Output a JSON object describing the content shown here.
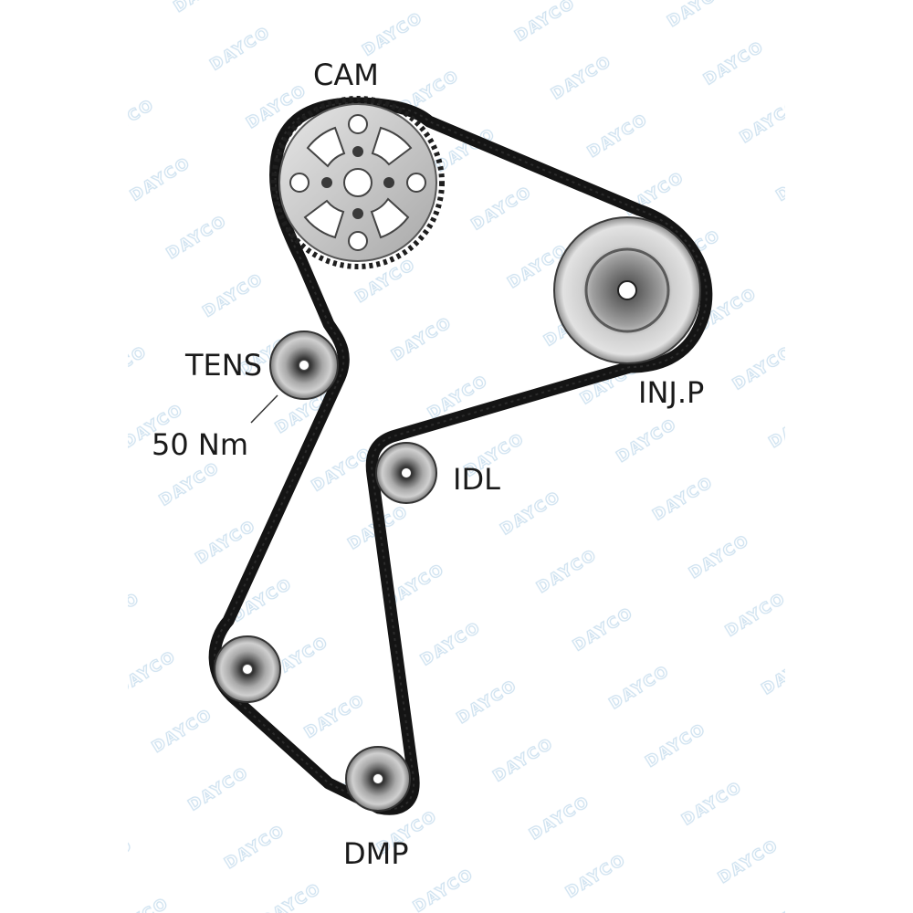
{
  "labels": {
    "cam": "CAM",
    "inj_p": "INJ.P",
    "tens": "TENS",
    "torque": "50 Nm",
    "idl": "IDL",
    "dmp": "DMP"
  },
  "watermark": {
    "text": "DAYCO",
    "color": "#cfe2f0"
  },
  "colors": {
    "belt": "#141414",
    "pulley_face": "#d6d6d6",
    "pulley_shade": "#8a8a8a",
    "hub_dark": "#3a3a3a"
  }
}
